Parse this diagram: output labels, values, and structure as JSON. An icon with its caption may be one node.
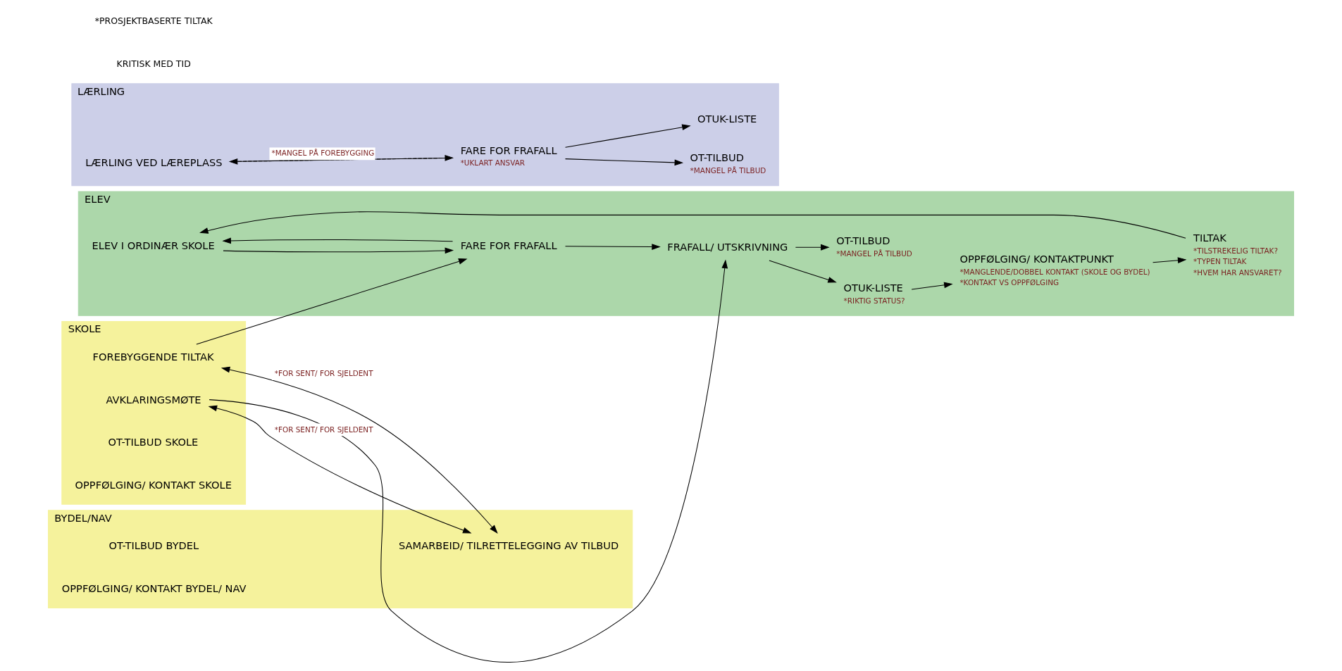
{
  "diagram": {
    "nodes": [
      {
        "text": [
          "ELEV"
        ]
      },
      {
        "text": [
          "SKOLE"
        ]
      },
      {
        "text": [
          "BYDEL/NAV"
        ]
      },
      {
        "text": [
          "LÆRLING"
        ]
      },
      {
        "text": [
          "ELEV I ORDINÆR SKOLE"
        ],
        "in": 0
      },
      {
        "text": [
          "FARE FOR FRAFALL"
        ],
        "in": 0
      },
      {
        "text": [
          "FRAFALL/ UTSKRIVNING"
        ],
        "in": 0
      },
      {
        "text": [
          "OTUK-LISTE"
        ],
        "beside": [
          "*RIKTIG STATUS?"
        ],
        "in": 0
      },
      {
        "text": [
          "OT-TILBUD"
        ],
        "beside": [
          "*MANGEL PÅ TILBUD"
        ],
        "in": 0
      },
      {
        "text": [
          "OPPFØLGING/ KONTAKTPUNKT"
        ],
        "beside": [
          "*MANGLENDE/DOBBEL KONTAKT (SKOLE OG BYDEL)",
          "*KONTAKT VS OPPFØLGING"
        ],
        "in": 0
      },
      {
        "text": [
          "TILTAK"
        ],
        "beside": [
          "*TILSTREKELIG TILTAK?",
          "*TYPEN TILTAK",
          "*HVEM HAR ANSVARET?"
        ],
        "in": 0
      },
      {
        "text": [
          "FOREBYGGENDE TILTAK"
        ],
        "in": 1
      },
      {
        "text": [
          "AVKLARINGSMØTE"
        ],
        "in": 1
      },
      {
        "text": [
          "OT-TILBUD SKOLE"
        ],
        "in": 1
      },
      {
        "text": [
          "OPPFØLGING/ KONTAKT SKOLE"
        ],
        "in": 1
      },
      {
        "text": [
          "SAMARBEID/ TILRETTELEGGING AV TILBUD"
        ],
        "in": 2
      },
      {
        "text": [
          "OT-TILBUD BYDEL"
        ],
        "in": 2
      },
      {
        "text": [
          "OPPFØLGING/ KONTAKT BYDEL/ NAV"
        ],
        "in": 2
      },
      {
        "text": [
          "LÆRLING VED LÆREPLASS"
        ],
        "in": 3
      },
      {
        "text": [
          "FARE FOR FRAFALL"
        ],
        "beside": [
          "*UKLART ANSVAR"
        ],
        "in": 3
      },
      {
        "text": [
          "OT-TILBUD"
        ],
        "beside": [
          "*MANGEL PÅ TILBUD"
        ],
        "in": 3
      },
      {
        "text": [
          "OTUK-LISTE"
        ],
        "in": 3
      }
    ],
    "edges": [
      {
        "from": 4,
        "to": 5,
        "arrow": "to"
      },
      {
        "from": 5,
        "to": 4,
        "arrow": "to"
      },
      {
        "from": 10,
        "to": 4,
        "arrow": "to"
      },
      {
        "from": 5,
        "to": 6,
        "arrow": "to"
      },
      {
        "from": 6,
        "to": 7,
        "arrow": "to"
      },
      {
        "from": 6,
        "to": 8,
        "arrow": "to"
      },
      {
        "from": 7,
        "to": 9,
        "arrow": "to"
      },
      {
        "from": 9,
        "to": 10,
        "arrow": "to"
      },
      {
        "from": 11,
        "to": 5,
        "arrow": "to"
      },
      {
        "from": 12,
        "to": 6,
        "arrow": "to"
      },
      {
        "from": 11,
        "to": 15,
        "arrow": "both",
        "label": "*FOR SENT/ FOR SJELDENT"
      },
      {
        "from": 12,
        "to": 15,
        "arrow": "both",
        "label": "*FOR SENT/ FOR SJELDENT"
      },
      {
        "from": 19,
        "to": 18,
        "arrow": "to",
        "style": "dashed",
        "label": "*MANGEL PÅ FOREBYGGING"
      },
      {
        "from": 18,
        "to": 19,
        "arrow": "to"
      },
      {
        "from": 19,
        "to": 20,
        "arrow": "to"
      },
      {
        "from": 19,
        "to": 21,
        "arrow": "to"
      }
    ],
    "labels": [
      "KRITISK MED TID",
      "*PROSJEKTBASERTE TILTAK"
    ]
  }
}
